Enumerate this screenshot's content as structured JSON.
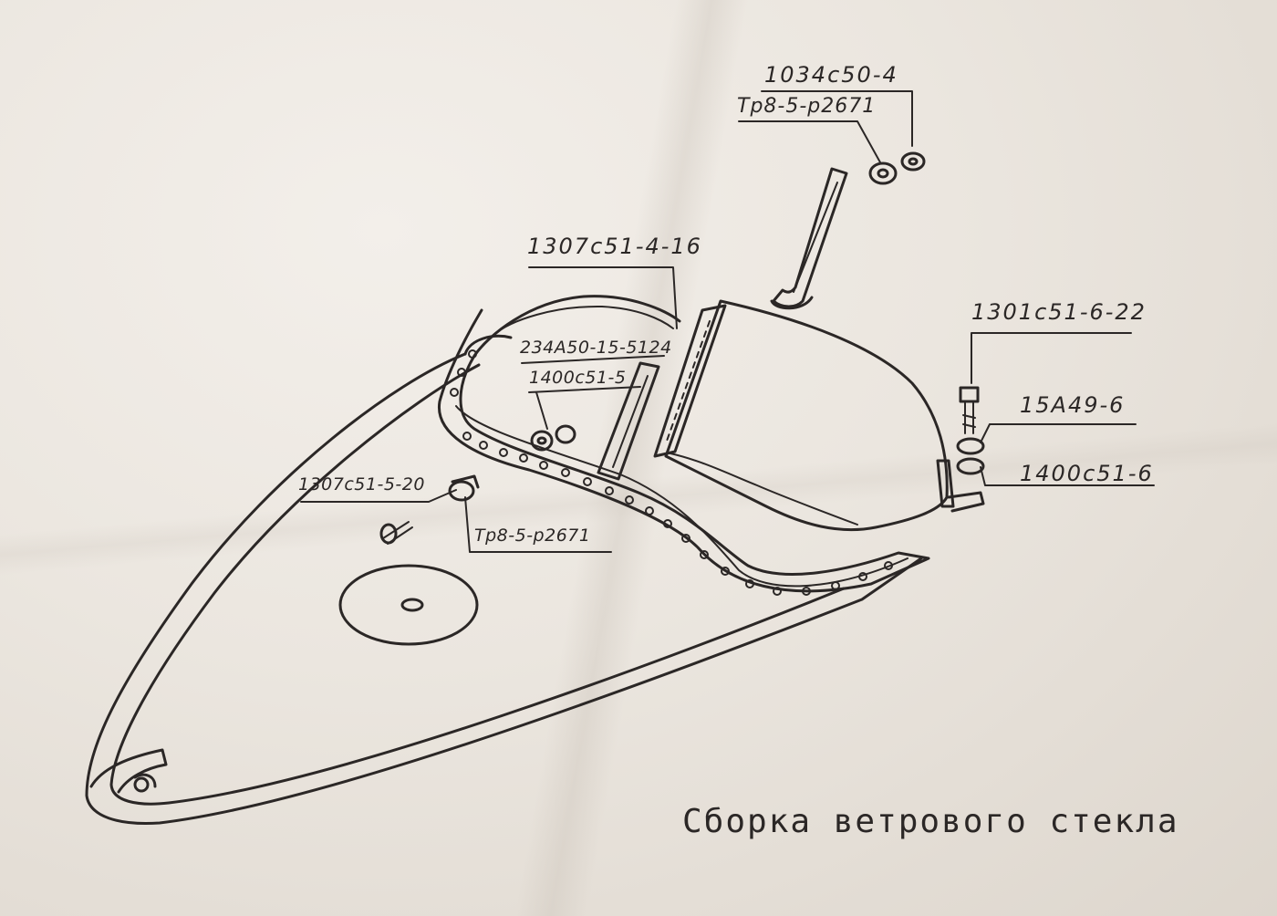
{
  "labels": {
    "nut_1034": "1034с50-4",
    "washer_tr_top": "Тр8-5-р2671",
    "seal_1307_4": "1307с51-4-16",
    "bolt_234a": "234А50-15-5124",
    "washer_1400_5": "1400с51-5",
    "bolt_1301": "1301с51-6-22",
    "spring_15a": "15А49-6",
    "washer_1400_6": "1400с51-6",
    "seal_1307_5": "1307с51-5-20",
    "washer_tr_mid": "Тр8-5-р2671"
  },
  "caption": "Сборка ветрового стекла",
  "colors": {
    "ink": "#2b2726",
    "paper": "#ebe6e0"
  }
}
